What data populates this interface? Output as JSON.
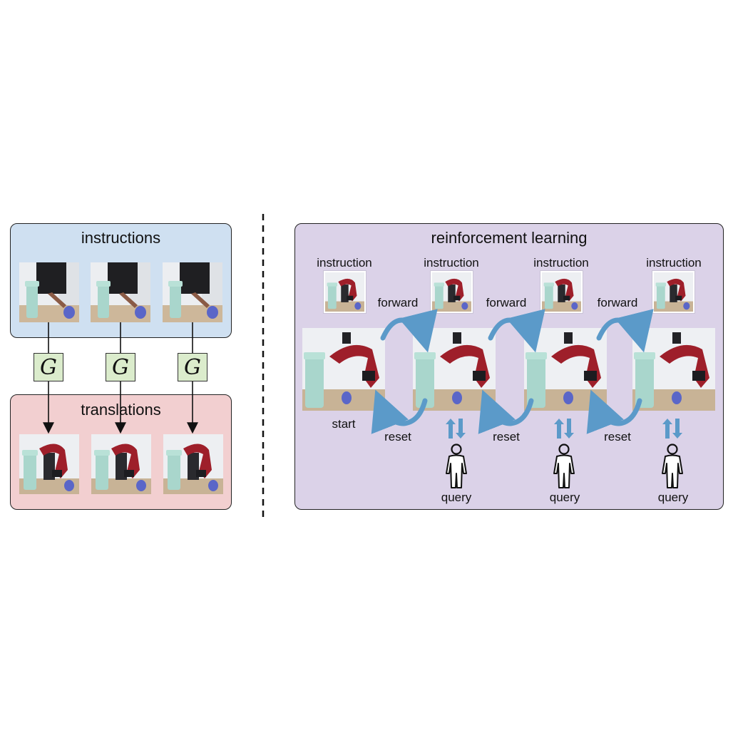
{
  "left": {
    "instructions_title": "instructions",
    "translations_title": "translations",
    "translator_symbol": "G",
    "instruction_images": [
      "human-demo-1",
      "human-demo-2",
      "human-demo-3"
    ],
    "translation_images": [
      "robot-translation-1",
      "robot-translation-2",
      "robot-translation-3"
    ]
  },
  "right": {
    "title": "reinforcement learning",
    "instruction_label": "instruction",
    "forward_label": "forward",
    "reset_label": "reset",
    "start_label": "start",
    "query_label": "query"
  },
  "colors": {
    "instructions_panel": "#cfe0f1",
    "translations_panel": "#f2cfd0",
    "rl_panel": "#dbd2e8",
    "g_box": "#dbeccc",
    "arrow_blue": "#5b9ac9"
  },
  "icons": [
    "person-icon",
    "up-down-arrows-icon",
    "forward-curved-arrow-icon",
    "reset-curved-arrow-icon"
  ]
}
